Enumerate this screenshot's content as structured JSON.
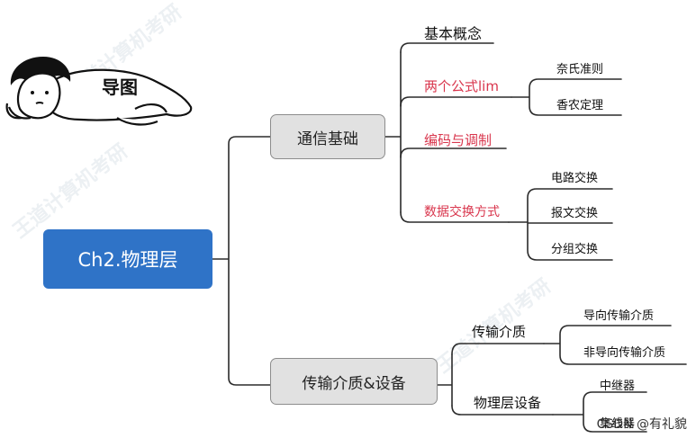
{
  "mascot": {
    "label": "导图"
  },
  "root": {
    "label": "Ch2.物理层"
  },
  "branch1": {
    "label": "通信基础",
    "items": [
      {
        "label": "基本概念",
        "highlight": false
      },
      {
        "label": "两个公式lim",
        "highlight": true,
        "children": [
          "奈氏准则",
          "香农定理"
        ]
      },
      {
        "label": "编码与调制",
        "highlight": true
      },
      {
        "label": "数据交换方式",
        "highlight": true,
        "children": [
          "电路交换",
          "报文交换",
          "分组交换"
        ]
      }
    ]
  },
  "branch2": {
    "label": "传输介质&设备",
    "items": [
      {
        "label": "传输介质",
        "children": [
          "导向传输介质",
          "非导向传输介质"
        ]
      },
      {
        "label": "物理层设备",
        "children": [
          "中继器",
          "集线器"
        ]
      }
    ]
  },
  "footer": {
    "credit": "CSDN @有礼貌"
  },
  "colors": {
    "root": "#2f73c7",
    "highlight": "#d9364d",
    "node_bg": "#e1e1e1",
    "line": "#2b2b2b"
  }
}
